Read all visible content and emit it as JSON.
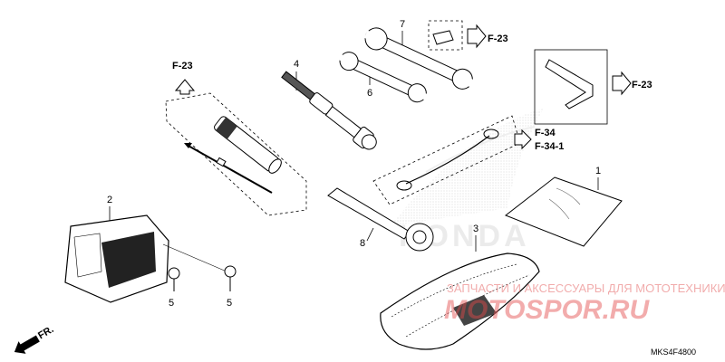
{
  "diagram": {
    "background": "#ffffff",
    "line_color": "#000000",
    "callouts": {
      "part1": "1",
      "part2": "2",
      "part3": "3",
      "part4": "4",
      "part5a": "5",
      "part5b": "5",
      "part6": "6",
      "part7": "7",
      "part8": "8"
    },
    "references": {
      "f23_top": "F-23",
      "f23_left": "F-23",
      "f23_right": "F-23",
      "f34": "F-34",
      "f341": "F-34-1"
    },
    "direction_label": "FR.",
    "diagram_code": "MKS4F4800"
  },
  "watermark": {
    "shop_text": "ЗАПЧАСТИ И АКСЕССУАРЫ ДЛЯ МОТОТЕХНИКИ",
    "logo_text": "MOTOSPOR.RU",
    "brand_text": "HONDA",
    "color": "#e44a4a"
  }
}
